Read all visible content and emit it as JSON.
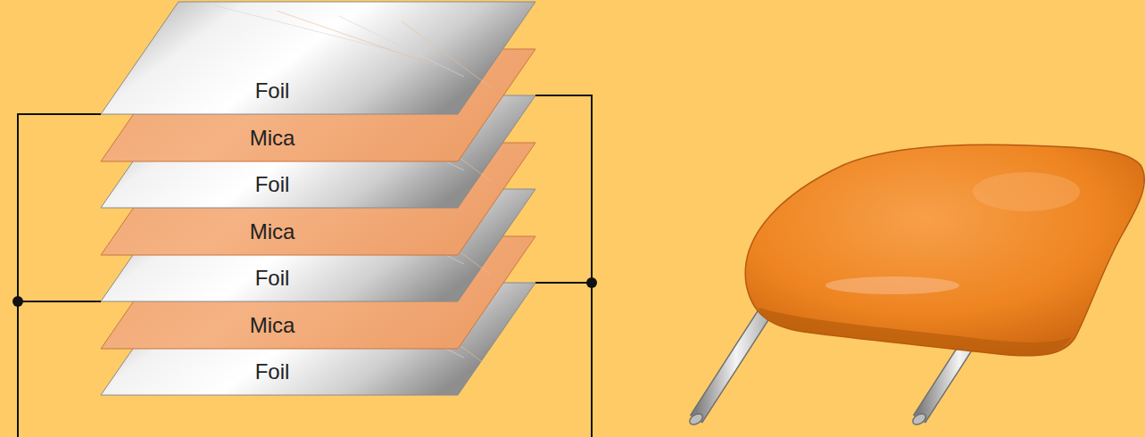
{
  "diagram": {
    "nodes": [
      {
        "text": [
          "Foil"
        ]
      },
      {
        "text": [
          "Mica"
        ]
      },
      {
        "text": [
          "Foil"
        ]
      },
      {
        "text": [
          "Mica"
        ]
      },
      {
        "text": [
          "Foil"
        ]
      },
      {
        "text": [
          "Mica"
        ]
      },
      {
        "text": [
          "Foil"
        ]
      }
    ],
    "edges": [
      {
        "from": 0,
        "to": 4,
        "arrow": "none"
      },
      {
        "from": 2,
        "to": 6,
        "arrow": "none"
      }
    ]
  }
}
